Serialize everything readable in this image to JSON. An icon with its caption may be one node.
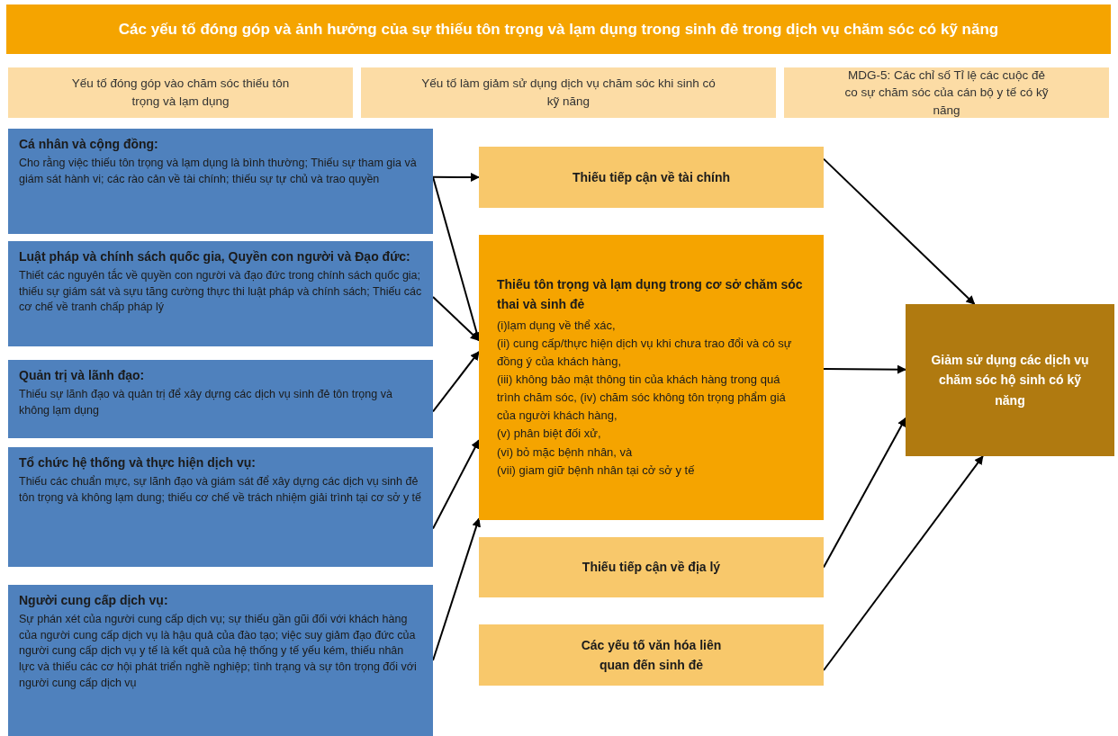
{
  "diagram": {
    "title": "Các yếu tố đóng góp và ảnh hưởng của sự thiếu tôn trọng và lạm dụng trong sinh đẻ trong dịch vụ chăm sóc có kỹ năng",
    "nodes": [
      {
        "text": [
          "Yếu tố đóng góp vào chăm sóc thiếu tôn trọng và lạm dụng"
        ]
      },
      {
        "text": [
          "Yếu tố làm giảm sử dụng dịch vụ chăm sóc khi sinh có kỹ năng"
        ]
      },
      {
        "text": [
          "MDG-5: Các chỉ số Tỉ lệ các cuộc đẻ co sự chăm sóc của cán bộ y tế có kỹ năng"
        ]
      },
      {
        "text": [
          "Cá nhân và cộng đồng:",
          "Cho rằng việc thiếu tôn trọng và lạm dụng là bình thường; Thiếu sự tham gia và giám sát hành vi; các rào cản về tài chính; thiếu sự tự chủ và trao quyền"
        ]
      },
      {
        "text": [
          "Luật pháp và chính sách quốc gia, Quyền con người và Đạo đức:",
          "Thiết các nguyên tắc về quyền con người và đạo đức trong chính sách quốc gia; thiếu sự giám sát và sựu tăng cường thực thi luật pháp và chính sách; Thiếu các cơ chế về tranh chấp pháp lý"
        ]
      },
      {
        "text": [
          "Quản trị và lãnh đạo:",
          "Thiếu sự lãnh đạo và quản trị để xây dựng các dịch vụ sinh đẻ tôn trọng và không lạm dụng"
        ]
      },
      {
        "text": [
          "Tổ chức hệ thống và thực hiện dịch vụ:",
          "Thiếu các chuẩn mực, sự lãnh đạo và giám sát để xây dựng các dịch vụ sinh đẻ tôn trọng và không lạm dung; thiếu cơ chế về trách nhiệm giải trình tại cơ sở y tế"
        ]
      },
      {
        "text": [
          "Người cung cấp dịch vụ:",
          "Sự phán xét của người cung cấp dịch vụ; sự thiếu gần gũi đối với khách hàng của người cung cấp dịch vụ là hậu quả của đào tạo; việc suy giảm đạo đức của người cung cấp dịch vụ y tế là kết quả của hệ thống y tế yếu kém, thiếu nhân lực và thiếu các cơ hội phát triển nghề nghiệp; tình trạng và sự tôn trọng đối với người cung cấp dịch vụ"
        ]
      },
      {
        "text": [
          "Thiếu tiếp cận về tài chính"
        ]
      },
      {
        "text": [
          "Thiếu tôn trọng và lạm dụng trong cơ sở chăm sóc thai và sinh đẻ",
          "(i)lạm dụng về thể xác,",
          "(ii) cung cấp/thực hiện dịch vụ khi chưa trao đổi và có sự đồng ý của khách hàng,",
          "(iii) không bảo mật thông tin của khách hàng trong quá trình chăm sóc, (iv) chăm sóc không tôn trọng phẩm giá của người khách hàng,",
          "(v) phân biệt đối xử,",
          "(vi) bỏ mặc bệnh nhân, và",
          "(vii) giam giữ bệnh nhân tại cở sở y tế"
        ]
      },
      {
        "text": [
          "Thiếu tiếp cận về địa lý"
        ]
      },
      {
        "text": [
          "Các yếu tố văn hóa liên quan đến sinh đẻ"
        ]
      },
      {
        "text": [
          "Giảm sử dụng các dịch vụ chăm sóc hộ sinh có kỹ năng"
        ]
      }
    ],
    "edges": [
      {
        "from": 3,
        "to": 8,
        "arrow": "to"
      },
      {
        "from": 3,
        "to": 9,
        "arrow": "to"
      },
      {
        "from": 4,
        "to": 9,
        "arrow": "to"
      },
      {
        "from": 5,
        "to": 9,
        "arrow": "to"
      },
      {
        "from": 6,
        "to": 9,
        "arrow": "to"
      },
      {
        "from": 7,
        "to": 9,
        "arrow": "to"
      },
      {
        "from": 8,
        "to": 12,
        "arrow": "to"
      },
      {
        "from": 9,
        "to": 12,
        "arrow": "to"
      },
      {
        "from": 10,
        "to": 12,
        "arrow": "to"
      },
      {
        "from": 11,
        "to": 12,
        "arrow": "to"
      }
    ]
  }
}
